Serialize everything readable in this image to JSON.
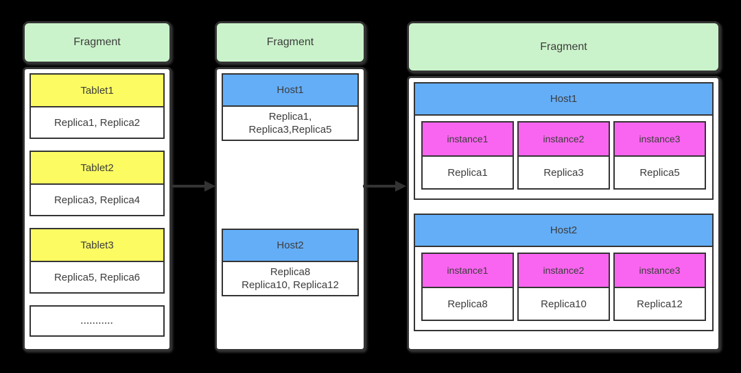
{
  "colors": {
    "background": "#000000",
    "fragment_green": "#CBF3CB",
    "tablet_yellow": "#FCFC62",
    "host_blue": "#64AEF8",
    "instance_magenta": "#F965F0",
    "border_dark": "#333333",
    "text": "#3C3C3C"
  },
  "left_panel": {
    "header": "Fragment",
    "tablets": [
      {
        "title": "Tablet1",
        "replicas": "Replica1, Replica2"
      },
      {
        "title": "Tablet2",
        "replicas": "Replica3, Replica4"
      },
      {
        "title": "Tablet3",
        "replicas": "Replica5, Replica6"
      }
    ],
    "ellipsis": "..........."
  },
  "middle_panel": {
    "header": "Fragment",
    "hosts": [
      {
        "title": "Host1",
        "lines": [
          "Replica1,",
          "Replica3,Replica5"
        ]
      },
      {
        "title": "Host2",
        "lines": [
          "Replica8",
          "Replica10, Replica12"
        ]
      }
    ]
  },
  "right_panel": {
    "header": "Fragment",
    "hosts": [
      {
        "title": "Host1",
        "instances": [
          {
            "name": "instance1",
            "replica": "Replica1"
          },
          {
            "name": "instance2",
            "replica": "Replica3"
          },
          {
            "name": "instance3",
            "replica": "Replica5"
          }
        ]
      },
      {
        "title": "Host2",
        "instances": [
          {
            "name": "instance1",
            "replica": "Replica8"
          },
          {
            "name": "instance2",
            "replica": "Replica10"
          },
          {
            "name": "instance3",
            "replica": "Replica12"
          }
        ]
      }
    ]
  }
}
